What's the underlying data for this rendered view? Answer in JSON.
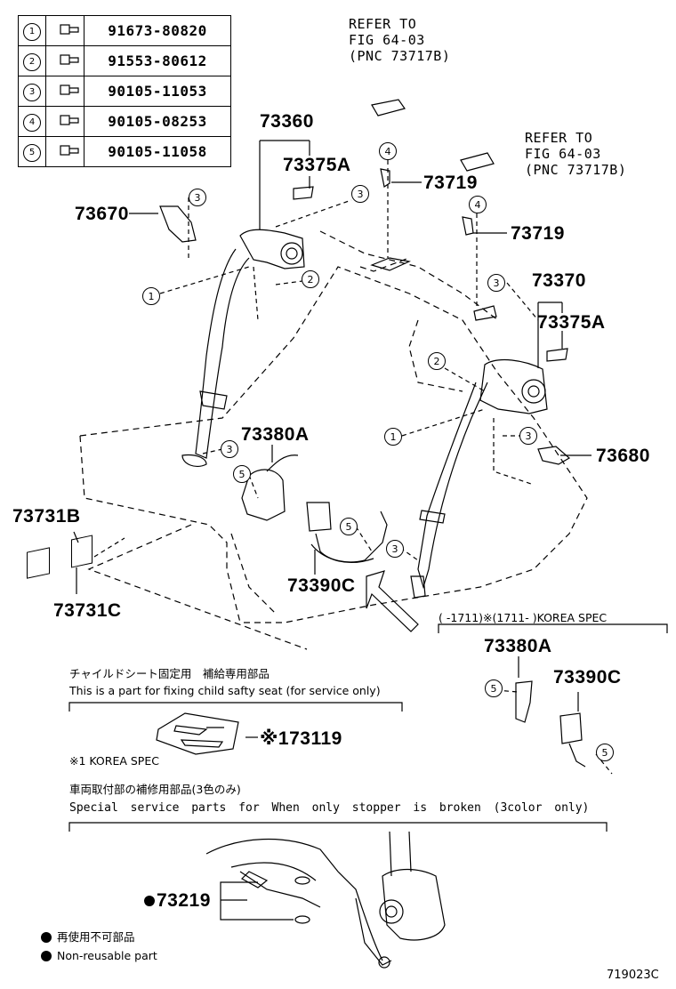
{
  "parts_table": [
    {
      "no": "1",
      "part": "91673-80820",
      "icon": "bolt-icon"
    },
    {
      "no": "2",
      "part": "91553-80612",
      "icon": "bolt-icon"
    },
    {
      "no": "3",
      "part": "90105-11053",
      "icon": "bolt-icon"
    },
    {
      "no": "4",
      "part": "90105-08253",
      "icon": "bolt-icon"
    },
    {
      "no": "5",
      "part": "90105-11058",
      "icon": "bolt-icon"
    }
  ],
  "refers": {
    "ref1": [
      "REFER TO",
      "FIG 64-03",
      "(PNC 73717B)"
    ],
    "ref2": [
      "REFER TO",
      "FIG 64-03",
      "(PNC 73717B)"
    ]
  },
  "labels": {
    "p73360": "73360",
    "p73375a_1": "73375A",
    "p73719_1": "73719",
    "p73719_2": "73719",
    "p73670": "73670",
    "p73370": "73370",
    "p73375a_2": "73375A",
    "p73680": "73680",
    "p73380a_1": "73380A",
    "p73731b": "73731B",
    "p73731c": "73731C",
    "p73390c_1": "73390C",
    "p73380a_2": "73380A",
    "p73390c_2": "73390C",
    "p73119": "※173119",
    "p73219": "73219"
  },
  "callouts": {
    "c3a": "3",
    "c3b": "3",
    "c4a": "4",
    "c4b": "4",
    "c1a": "1",
    "c2a": "2",
    "c3c": "3",
    "c2b": "2",
    "c1b": "1",
    "c3d": "3",
    "c3e": "3",
    "c5a": "5",
    "c5b": "5",
    "c3f": "3",
    "c5c": "5",
    "c5d": "5"
  },
  "korea_spec": "(      -1711)※(1711-        )KOREA SPEC",
  "child_seat": {
    "jp": "チャイルドシート固定用　補給専用部品",
    "en": "This is a part for fixing child safty seat (for service only)"
  },
  "korea_note": "※1 KOREA SPEC",
  "special": {
    "jp": "車両取付部の補修用部品(3色のみ)",
    "en": "Special service parts for When only stopper is broken (3color only)"
  },
  "legend": {
    "jp": "再使用不可部品",
    "en": "Non-reusable part"
  },
  "figure_code": "719023C"
}
